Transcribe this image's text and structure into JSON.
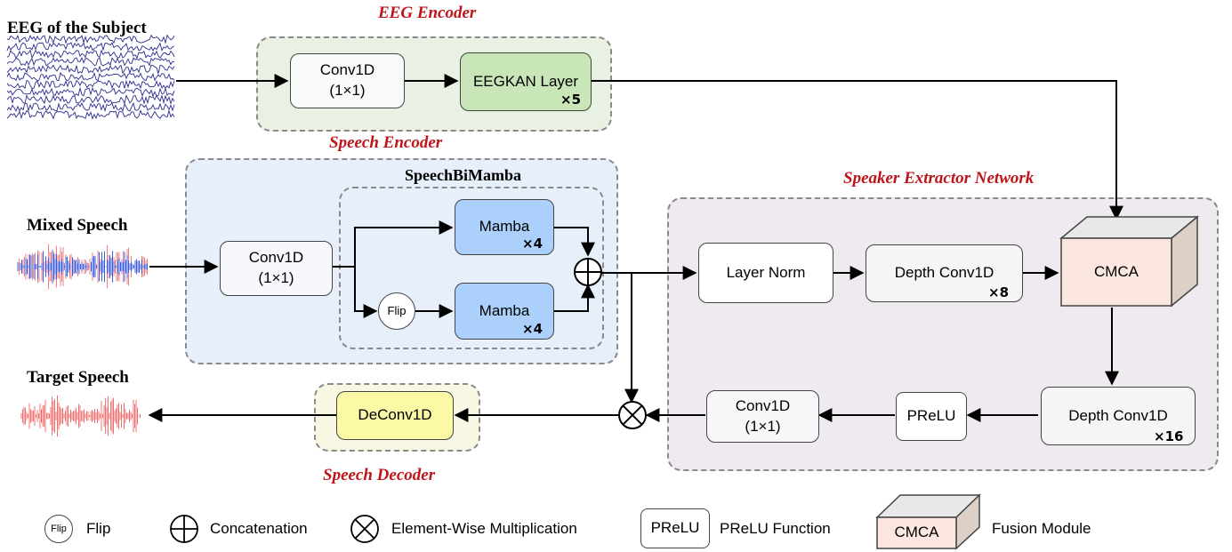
{
  "inputs": {
    "eeg_label": "EEG of the Subject",
    "mixed_label": "Mixed Speech",
    "target_label": "Target Speech"
  },
  "eeg_encoder": {
    "title": "EEG Encoder",
    "conv_label": "Conv1D",
    "conv_sub": "(1×1)",
    "kan_label": "EEGKAN Layer",
    "kan_mult": "×5"
  },
  "speech_encoder": {
    "title": "Speech Encoder",
    "bimamba_title": "SpeechBiMamba",
    "conv_label": "Conv1D",
    "conv_sub": "(1×1)",
    "mamba_label": "Mamba",
    "mamba_mult": "×4",
    "flip_label": "Flip"
  },
  "extractor": {
    "title": "Speaker Extractor Network",
    "layernorm": "Layer Norm",
    "depth8_label": "Depth Conv1D",
    "depth8_mult": "×8",
    "cmca": "CMCA",
    "depth16_label": "Depth Conv1D",
    "depth16_mult": "×16",
    "prelu": "PReLU",
    "conv_label": "Conv1D",
    "conv_sub": "(1×1)"
  },
  "decoder": {
    "title": "Speech Decoder",
    "deconv": "DeConv1D"
  },
  "legend": {
    "flip_icon": "Flip",
    "flip": "Flip",
    "concat": "Concatenation",
    "mult": "Element-Wise Multiplication",
    "prelu_icon": "PReLU",
    "prelu": "PReLU Function",
    "cmca_icon": "CMCA",
    "fusion": "Fusion Module"
  },
  "colors": {
    "eeg_group": "#e9f1e4",
    "speech_group": "#e7effa",
    "extractor_group": "#efeaf0",
    "decoder_group": "#f7f7e4",
    "kan_fill": "#c8e6b8",
    "mamba_fill": "#aad0fb",
    "deconv_fill": "#fbf8a6",
    "cmca_front": "#fbe7df",
    "title_red": "#c0141b"
  }
}
